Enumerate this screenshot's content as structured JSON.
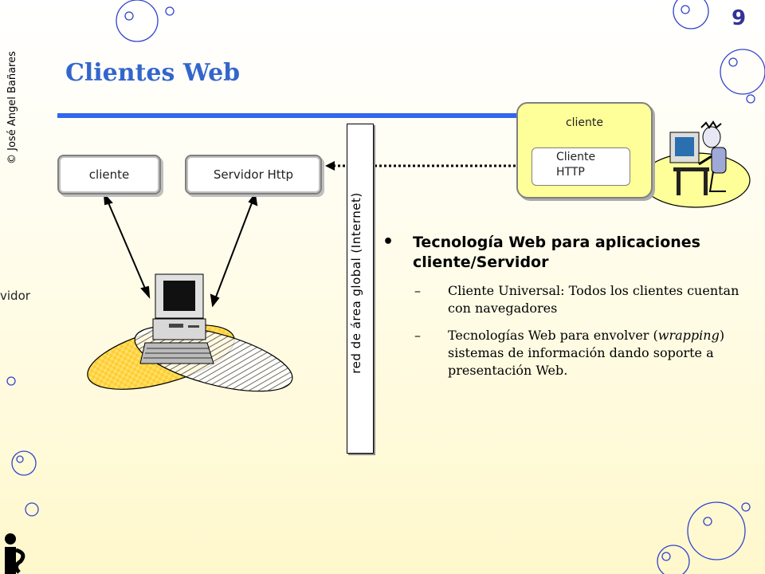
{
  "copyright": "© José Angel Bañares",
  "page_number": "9",
  "title": "Clientes Web",
  "diagram": {
    "client_box": "cliente",
    "server_box": "Servidor Http",
    "network_label": "red de área global (Internet)",
    "client_panel_label": "cliente",
    "http_client_line1": "Cliente",
    "http_client_line2": "HTTP",
    "side_fragment": "vidor"
  },
  "bullets": {
    "main": "Tecnología Web para aplicaciones cliente/Servidor",
    "sub1": "Cliente Universal: Todos los clientes cuentan con navegadores",
    "sub2_before": "Tecnologías Web para envolver (",
    "sub2_italic": "wrapping",
    "sub2_after": ") sistemas de información dando soporte a presentación Web."
  },
  "colors": {
    "title": "#3366cc",
    "rule": "#3366ee",
    "panel": "#ffff99",
    "bubble": "#3344cc"
  }
}
